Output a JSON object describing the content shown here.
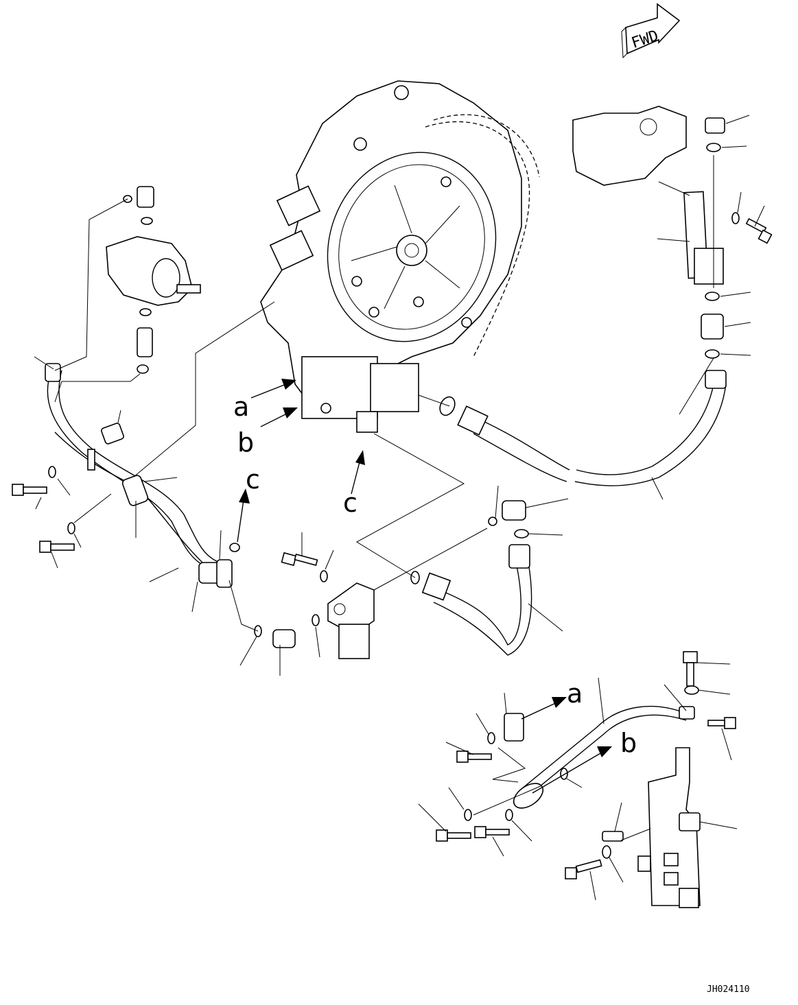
{
  "fwd_indicator": {
    "label": "FWD"
  },
  "callouts": {
    "a_upper": "a",
    "b_upper": "b",
    "c_upper": "c",
    "c_lower": "c",
    "a_lower": "a",
    "b_lower": "b"
  },
  "drawing_id": "JH024110",
  "colors": {
    "line": "#000000",
    "background": "#ffffff"
  }
}
